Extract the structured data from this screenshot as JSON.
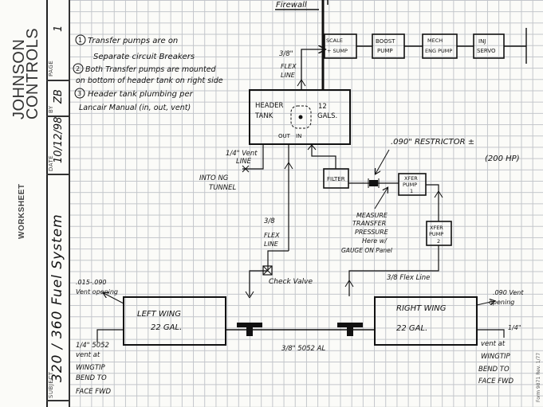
{
  "sidebar": {
    "logo_line1": "JOHNSON",
    "logo_line2": "CONTROLS",
    "worksheet_label": "WORKSHEET",
    "fields": [
      {
        "label": "SUBJECT",
        "value": "320 / 360 Fuel System"
      },
      {
        "label": "DATE",
        "value": "10/12/98"
      },
      {
        "label": "BY",
        "value": "ZB"
      },
      {
        "label": "PAGE",
        "value": "1"
      }
    ],
    "form_number": "Form 9871  Rev. 1/77"
  },
  "notes": [
    {
      "marker": "1",
      "text": "Transfer pumps are on"
    },
    {
      "marker": "",
      "text": "Separate circuit Breakers"
    },
    {
      "marker": "2",
      "text": "Both Transfer pumps are mounted"
    },
    {
      "marker": "",
      "text": "on bottom of header tank on right side"
    },
    {
      "marker": "3",
      "text": "Header tank plumbing per"
    },
    {
      "marker": "",
      "text": "Lancair Manual (in, out, vent)"
    }
  ],
  "components": {
    "firewall": "Firewall",
    "chain": [
      {
        "line1": "SCALE",
        "line2": "+ SUMP"
      },
      {
        "line1": "BOOST",
        "line2": "PUMP"
      },
      {
        "line1": "MECH",
        "line2": "ENG PUMP"
      },
      {
        "line1": "INJ",
        "line2": "SERVO"
      }
    ],
    "header_tank": {
      "title_line1": "HEADER",
      "title_line2": "TANK",
      "capacity_line1": "12",
      "capacity_line2": "GALS.",
      "out_label": "OUT",
      "in_label": "IN"
    },
    "filter": "FILTER",
    "xfer_pump_1": {
      "line1": "XFER",
      "line2": "PUMP",
      "line3": "1"
    },
    "xfer_pump_2": {
      "line1": "XFER",
      "line2": "PUMP",
      "line3": "2"
    },
    "left_wing": {
      "line1": "LEFT WING",
      "line2": "22 GAL."
    },
    "right_wing": {
      "line1": "RIGHT WING",
      "line2": "22 GAL."
    }
  },
  "annotations": {
    "flex_line_top": [
      "3/8\"",
      "FLEX",
      "LINE"
    ],
    "vent_line_top": [
      "1/4\" Vent",
      "LINE",
      "INTO NG",
      "TUNNEL"
    ],
    "restrictor_line1": ".090\" RESTRICTOR ±",
    "restrictor_line2": "(200 HP)",
    "measure_pressure": [
      "MEASURE",
      "TRANSFER",
      "PRESSURE",
      "Here w/",
      "GAUGE ON Panel"
    ],
    "flex_line_mid": [
      "3/8",
      "FLEX",
      "LINE"
    ],
    "check_valve": "Check Valve",
    "flex_line_right": "3/8 Flex Line",
    "left_vent_opening": [
      ".015-.090",
      "Vent opening"
    ],
    "right_vent_opening": [
      ".090 Vent",
      "opening"
    ],
    "left_wingtip_vent": [
      "1/4\" 5052",
      "vent at",
      "WINGTIP",
      "BEND TO",
      "FACE FWD"
    ],
    "right_wingtip_vent": [
      "1/4\"",
      "vent at",
      "WINGTIP",
      "BEND TO",
      "FACE FWD"
    ],
    "crossover_line": "3/8\" 5052 AL"
  }
}
